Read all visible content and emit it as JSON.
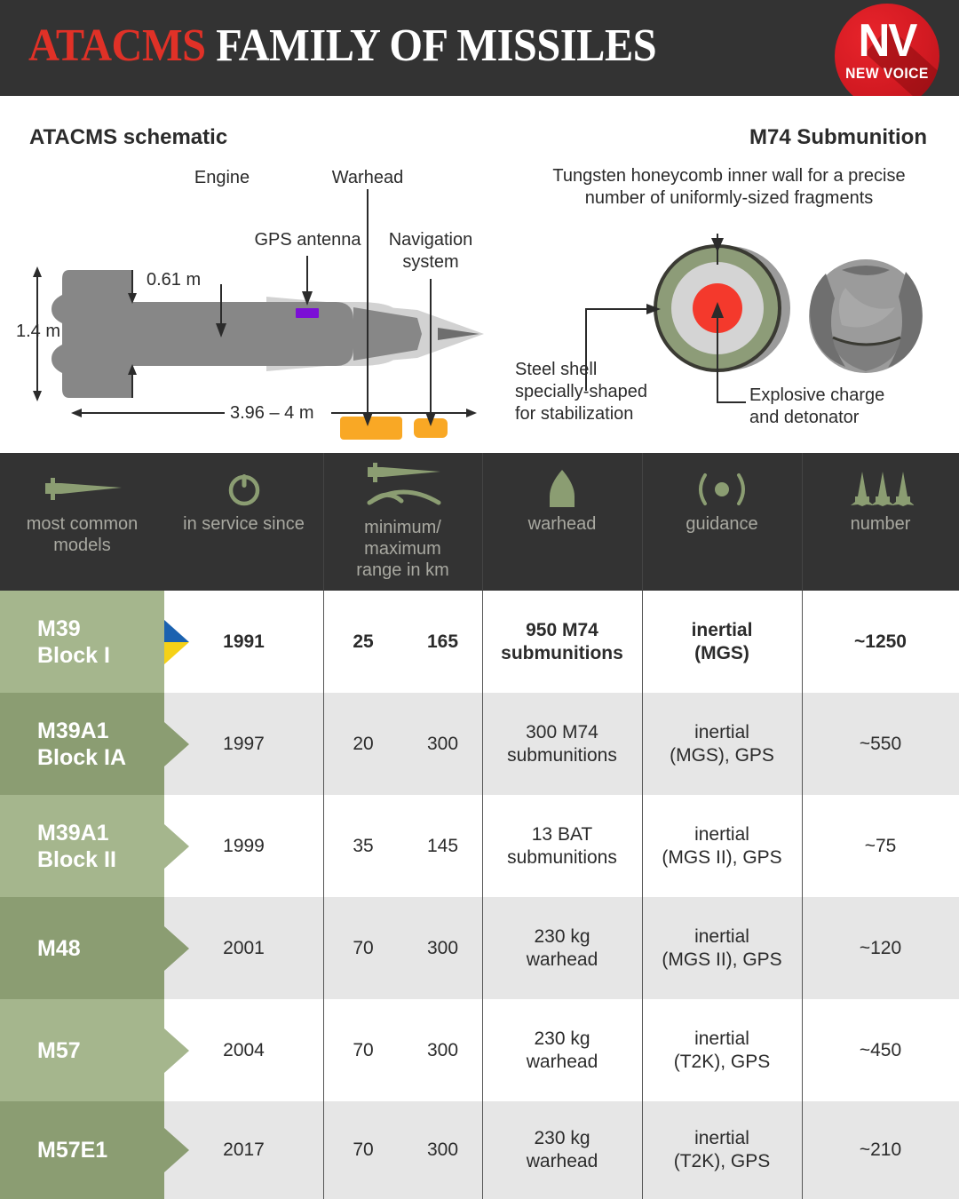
{
  "header": {
    "title_accent": "ATACMS",
    "title_rest": "FAMILY OF MISSILES",
    "logo_mark": "NV",
    "logo_name": "NEW VOICE"
  },
  "schematic": {
    "title": "ATACMS schematic",
    "labels": {
      "engine": "Engine",
      "warhead": "Warhead",
      "gps_antenna": "GPS antenna",
      "navigation_system": "Navigation\nsystem",
      "navigation_system_line1": "Navigation",
      "navigation_system_line2": "system",
      "diameter": "0.61 m",
      "height": "1.4 m",
      "length": "3.96 – 4 m"
    }
  },
  "submunition": {
    "title": "M74 Submunition",
    "labels": {
      "tungsten_line1": "Tungsten honeycomb inner wall for a precise",
      "tungsten_line2": "number of uniformly-sized fragments",
      "steel_line1": "Steel shell",
      "steel_line2": "specially-shaped",
      "steel_line3": "for stabilization",
      "explosive_line1": "Explosive charge",
      "explosive_line2": "and detonator"
    }
  },
  "table": {
    "columns": [
      {
        "icon": "missile-icon",
        "label_line1": "most common",
        "label_line2": "models",
        "label_line3": "",
        "label_line4": ""
      },
      {
        "icon": "power-icon",
        "label_line1": "in service since",
        "label_line2": "",
        "label_line3": "",
        "label_line4": ""
      },
      {
        "icon": "missile-trajectory-icon",
        "label_line1": "minimum/",
        "label_line2": "maximum",
        "label_line3": "range in km",
        "label_line4": ""
      },
      {
        "icon": "warhead-icon",
        "label_line1": "warhead",
        "label_line2": "",
        "label_line3": "",
        "label_line4": ""
      },
      {
        "icon": "guidance-icon",
        "label_line1": "guidance",
        "label_line2": "",
        "label_line3": "",
        "label_line4": ""
      },
      {
        "icon": "three-missiles-icon",
        "label_line1": "number",
        "label_line2": "",
        "label_line3": "",
        "label_line4": ""
      }
    ],
    "rows": [
      {
        "model_line1": "M39",
        "model_line2": "Block I",
        "in_service": "1991",
        "range_min": "25",
        "range_max": "165",
        "warhead_line1": "950 M74",
        "warhead_line2": "submunitions",
        "guidance_line1": "inertial",
        "guidance_line2": "(MGS)",
        "number": "~1250",
        "highlight": "ukraine-flag"
      },
      {
        "model_line1": "M39A1",
        "model_line2": "Block IA",
        "in_service": "1997",
        "range_min": "20",
        "range_max": "300",
        "warhead_line1": "300 M74",
        "warhead_line2": "submunitions",
        "guidance_line1": "inertial",
        "guidance_line2": "(MGS), GPS",
        "number": "~550",
        "highlight": ""
      },
      {
        "model_line1": "M39A1",
        "model_line2": "Block II",
        "in_service": "1999",
        "range_min": "35",
        "range_max": "145",
        "warhead_line1": "13 BAT",
        "warhead_line2": "submunitions",
        "guidance_line1": "inertial",
        "guidance_line2": "(MGS II), GPS",
        "number": "~75",
        "highlight": ""
      },
      {
        "model_line1": "M48",
        "model_line2": "",
        "in_service": "2001",
        "range_min": "70",
        "range_max": "300",
        "warhead_line1": "230 kg",
        "warhead_line2": "warhead",
        "guidance_line1": "inertial",
        "guidance_line2": "(MGS II), GPS",
        "number": "~120",
        "highlight": ""
      },
      {
        "model_line1": "M57",
        "model_line2": "",
        "in_service": "2004",
        "range_min": "70",
        "range_max": "300",
        "warhead_line1": "230 kg",
        "warhead_line2": "warhead",
        "guidance_line1": "inertial",
        "guidance_line2": "(T2K), GPS",
        "number": "~450",
        "highlight": ""
      },
      {
        "model_line1": "M57E1",
        "model_line2": "",
        "in_service": "2017",
        "range_min": "70",
        "range_max": "300",
        "warhead_line1": "230 kg",
        "warhead_line2": "warhead",
        "guidance_line1": "inertial",
        "guidance_line2": "(T2K), GPS",
        "number": "~210",
        "highlight": ""
      }
    ]
  },
  "colors": {
    "header_bg": "#333333",
    "accent_red": "#e03127",
    "logo_red": "#d31a22",
    "green_light": "#a5b68d",
    "green_dark": "#8b9d72",
    "icon_green": "#8b9d72",
    "row_white": "#ffffff",
    "row_grey": "#e6e6e6",
    "missile_grey": "#878787",
    "missile_light": "#d2d2d2",
    "warhead_orange": "#f9a825",
    "gps_purple": "#7b0fd6",
    "submunition_red": "#f4392c",
    "submunition_green": "#8d9c78",
    "submunition_grey": "#d4d4d4",
    "flag_blue": "#1b62b0",
    "flag_yellow": "#f5d117"
  }
}
